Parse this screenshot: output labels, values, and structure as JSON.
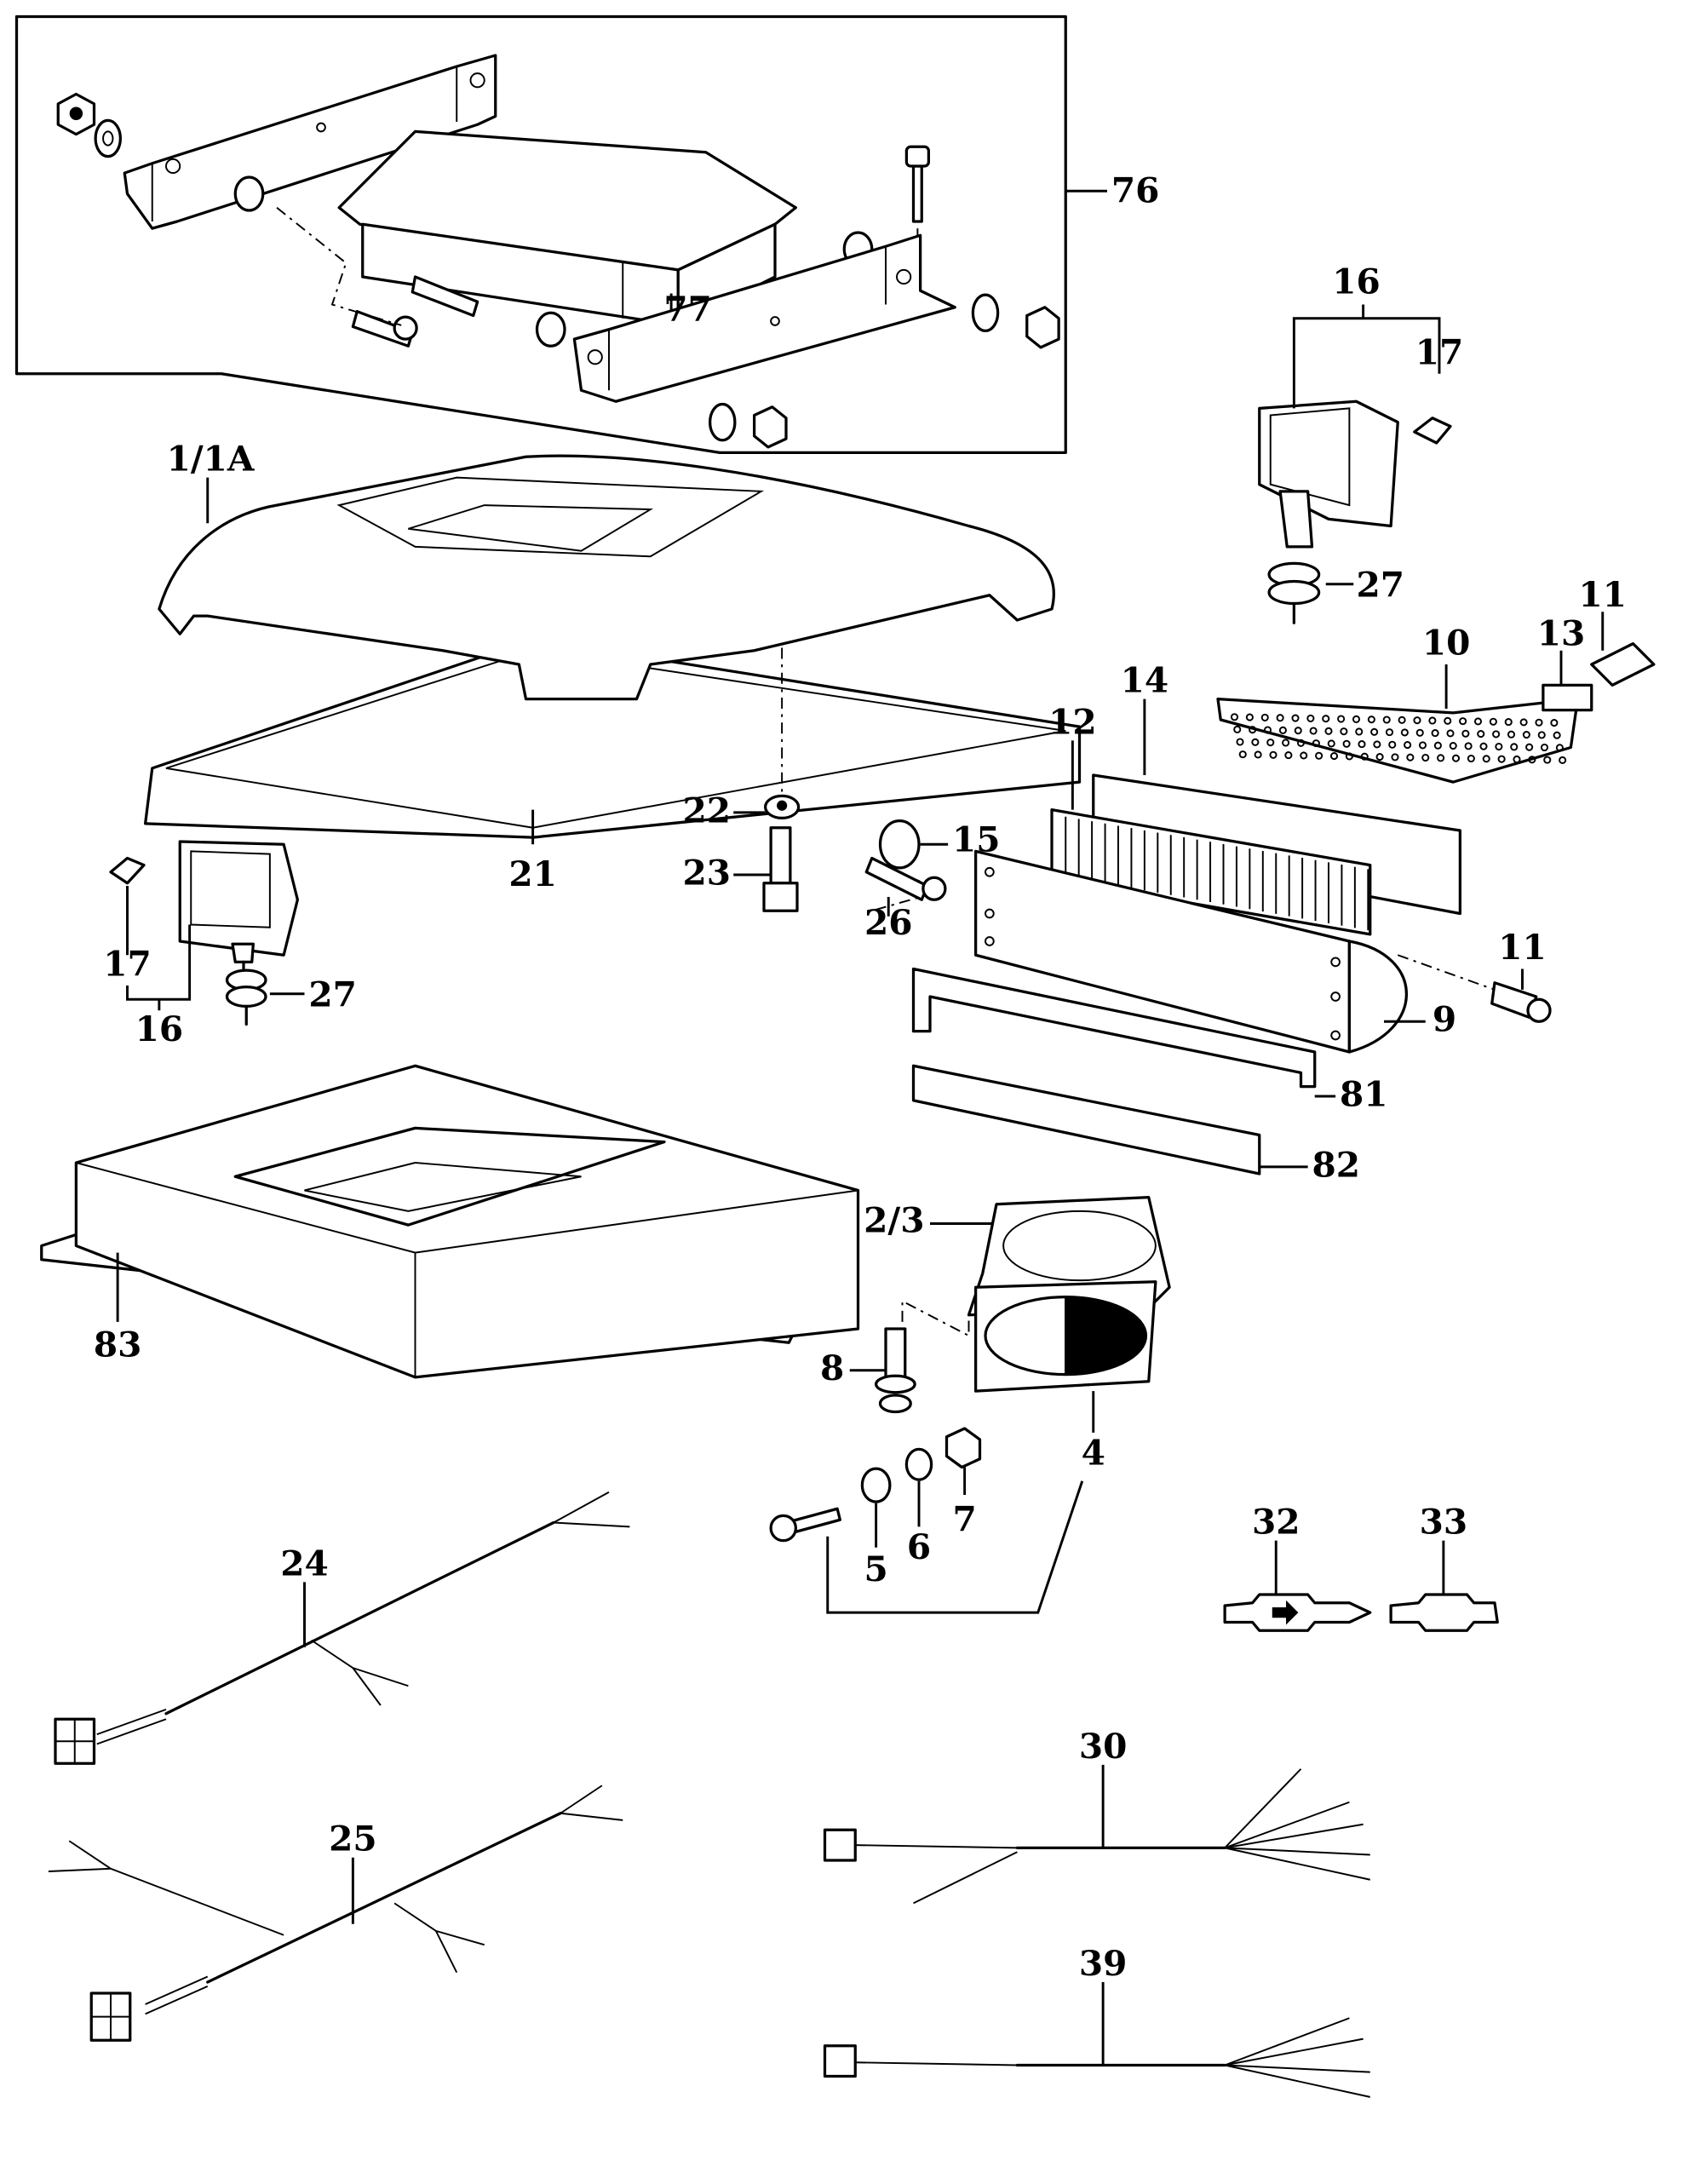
{
  "diagram": {
    "title": "Roof-mounted air conditioner / cab roof exploded parts diagram",
    "callouts": [
      {
        "id": "76",
        "label": "76",
        "part": "bracket-kit-assembly"
      },
      {
        "id": "77",
        "label": "77",
        "part": "control-box"
      },
      {
        "id": "1_1A",
        "label": "1/1A",
        "part": "roof-cover"
      },
      {
        "id": "21",
        "label": "21",
        "part": "seal-frame"
      },
      {
        "id": "16a",
        "label": "16",
        "part": "work-lamp-right"
      },
      {
        "id": "17a",
        "label": "17",
        "part": "bulb-right"
      },
      {
        "id": "27a",
        "label": "27",
        "part": "grommet-right"
      },
      {
        "id": "10",
        "label": "10",
        "part": "perforated-screen"
      },
      {
        "id": "13",
        "label": "13",
        "part": "clip-plate"
      },
      {
        "id": "11a",
        "label": "11",
        "part": "screw-top"
      },
      {
        "id": "14",
        "label": "14",
        "part": "filter-element-rear"
      },
      {
        "id": "12",
        "label": "12",
        "part": "filter-element-front"
      },
      {
        "id": "15",
        "label": "15",
        "part": "cap"
      },
      {
        "id": "22",
        "label": "22",
        "part": "washer"
      },
      {
        "id": "23",
        "label": "23",
        "part": "stud-bolt"
      },
      {
        "id": "26",
        "label": "26",
        "part": "self-tapping-screw"
      },
      {
        "id": "11b",
        "label": "11",
        "part": "screw-side"
      },
      {
        "id": "9",
        "label": "9",
        "part": "filter-housing"
      },
      {
        "id": "81",
        "label": "81",
        "part": "u-channel"
      },
      {
        "id": "82",
        "label": "82",
        "part": "foam-strip"
      },
      {
        "id": "17b",
        "label": "17",
        "part": "bulb-left"
      },
      {
        "id": "16b",
        "label": "16",
        "part": "work-lamp-left"
      },
      {
        "id": "27b",
        "label": "27",
        "part": "grommet-left"
      },
      {
        "id": "83",
        "label": "83",
        "part": "roof-base-panel"
      },
      {
        "id": "2_3",
        "label": "2/3",
        "part": "speaker-bracket"
      },
      {
        "id": "8",
        "label": "8",
        "part": "bolt"
      },
      {
        "id": "4",
        "label": "4",
        "part": "speaker"
      },
      {
        "id": "5",
        "label": "5",
        "part": "flat-washer"
      },
      {
        "id": "6",
        "label": "6",
        "part": "lock-washer"
      },
      {
        "id": "7",
        "label": "7",
        "part": "nut"
      },
      {
        "id": "32",
        "label": "32",
        "part": "diode-connector"
      },
      {
        "id": "33",
        "label": "33",
        "part": "inline-connector"
      },
      {
        "id": "24",
        "label": "24",
        "part": "wiring-harness-a"
      },
      {
        "id": "25",
        "label": "25",
        "part": "wiring-harness-b"
      },
      {
        "id": "30",
        "label": "30",
        "part": "wiring-harness-c"
      },
      {
        "id": "39",
        "label": "39",
        "part": "wiring-harness-d"
      }
    ]
  }
}
